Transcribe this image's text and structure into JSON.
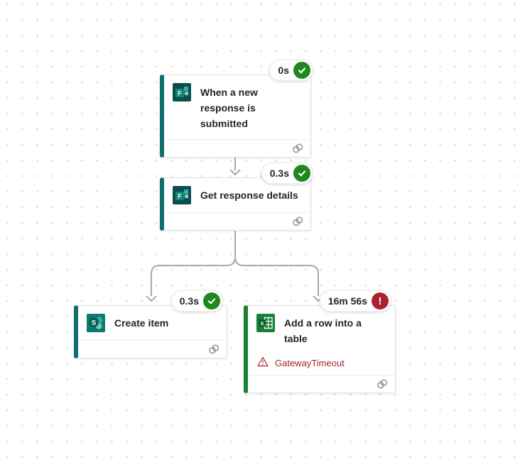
{
  "flow": {
    "nodes": [
      {
        "title": "When a new response is submitted",
        "icon": "microsoft-forms-icon",
        "duration": "0s",
        "status": "success"
      },
      {
        "title": "Get response details",
        "icon": "microsoft-forms-icon",
        "duration": "0.3s",
        "status": "success"
      },
      {
        "title": "Create item",
        "icon": "sharepoint-icon",
        "duration": "0.3s",
        "status": "success"
      },
      {
        "title": "Add a row into a table",
        "icon": "excel-icon",
        "duration": "16m 56s",
        "status": "error",
        "error_text": "GatewayTimeout"
      }
    ],
    "colors": {
      "forms_accent": "#0f6e6e",
      "sharepoint_accent": "#0f6e6e",
      "excel_accent": "#188038",
      "success_badge": "#218721",
      "error_badge": "#aa2230",
      "error_text": "#a4262c",
      "connector_line": "#a8a8a8",
      "canvas_dot": "#d4d4d4"
    }
  }
}
